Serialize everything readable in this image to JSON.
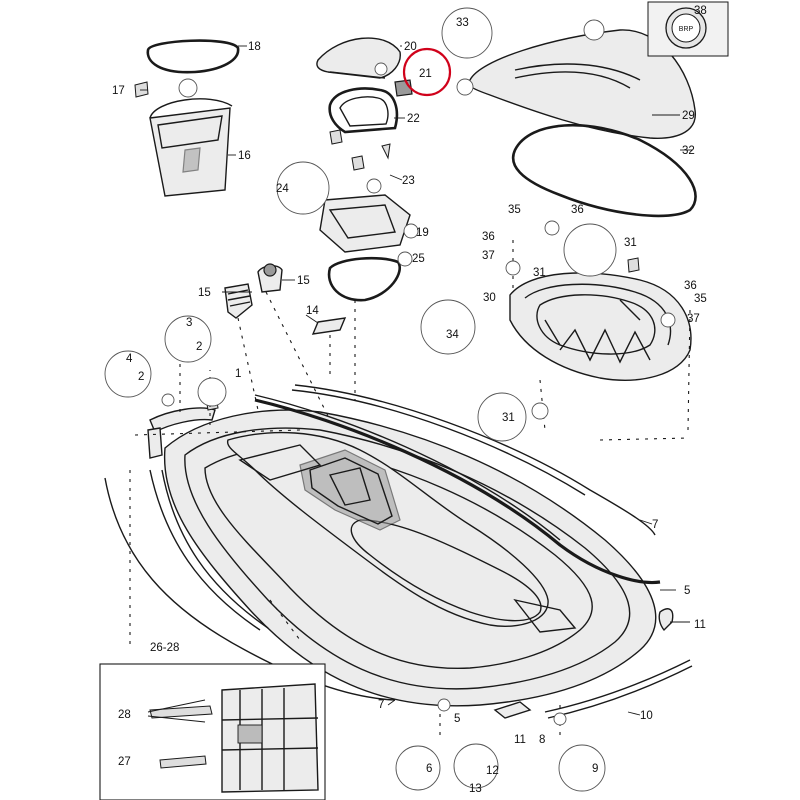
{
  "diagram": {
    "labels": {
      "l1": "1",
      "l2a": "2",
      "l2b": "2",
      "l3": "3",
      "l4": "4",
      "l5a": "5",
      "l5b": "5",
      "l6": "6",
      "l7a": "7",
      "l7b": "7",
      "l8": "8",
      "l9": "9",
      "l10": "10",
      "l11a": "11",
      "l11b": "11",
      "l12": "12",
      "l13": "13",
      "l14": "14",
      "l15a": "15",
      "l15b": "15",
      "l16": "16",
      "l17": "17",
      "l18": "18",
      "l19": "19",
      "l20": "20",
      "l21": "21",
      "l22": "22",
      "l23": "23",
      "l24": "24",
      "l25": "25",
      "l27": "27",
      "l28": "28",
      "l29": "29",
      "l30": "30",
      "l31a": "31",
      "l31b": "31",
      "l31c": "31",
      "l32": "32",
      "l33": "33",
      "l34": "34",
      "l35a": "35",
      "l35b": "35",
      "l36a": "36",
      "l36b": "36",
      "l36c": "36",
      "l37a": "37",
      "l37b": "37",
      "l38": "38",
      "kit": "26-28"
    },
    "highlight": "21",
    "gauge_text": "BRP"
  }
}
